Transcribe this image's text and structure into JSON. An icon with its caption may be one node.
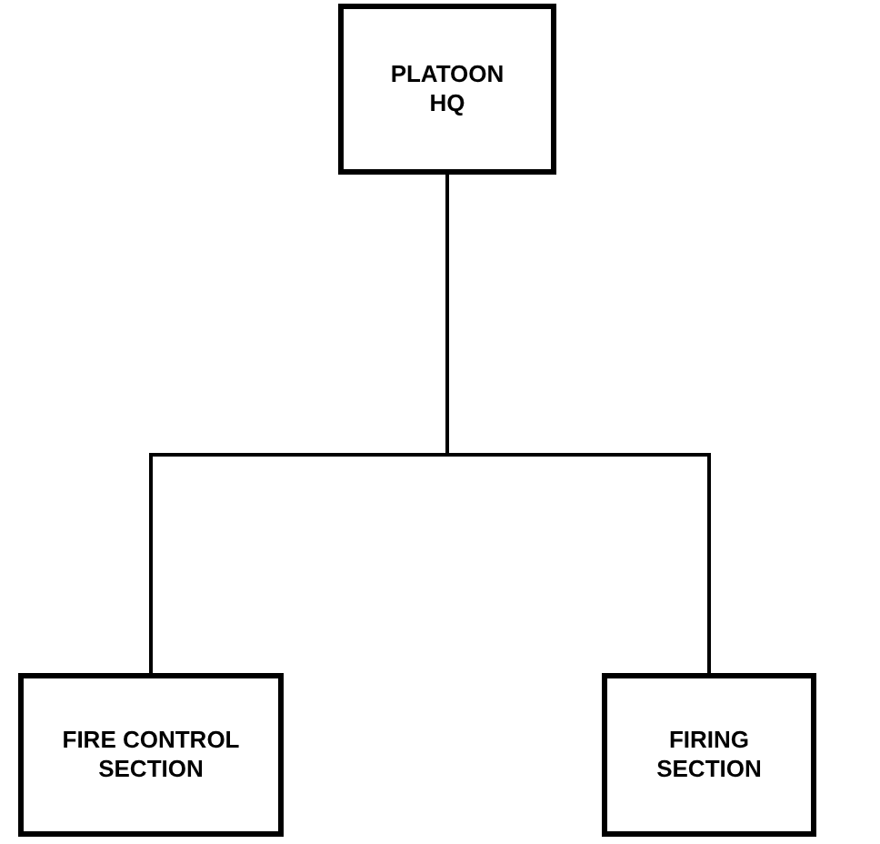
{
  "diagram": {
    "nodes": [
      {
        "text": [
          "PLATOON HQ"
        ]
      },
      {
        "text": [
          "FIRE CONTROL SECTION"
        ]
      },
      {
        "text": [
          "FIRING SECTION"
        ]
      }
    ],
    "edges": [
      {
        "from": 0,
        "to": 1,
        "arrow": "none"
      },
      {
        "from": 0,
        "to": 2,
        "arrow": "none"
      }
    ]
  }
}
